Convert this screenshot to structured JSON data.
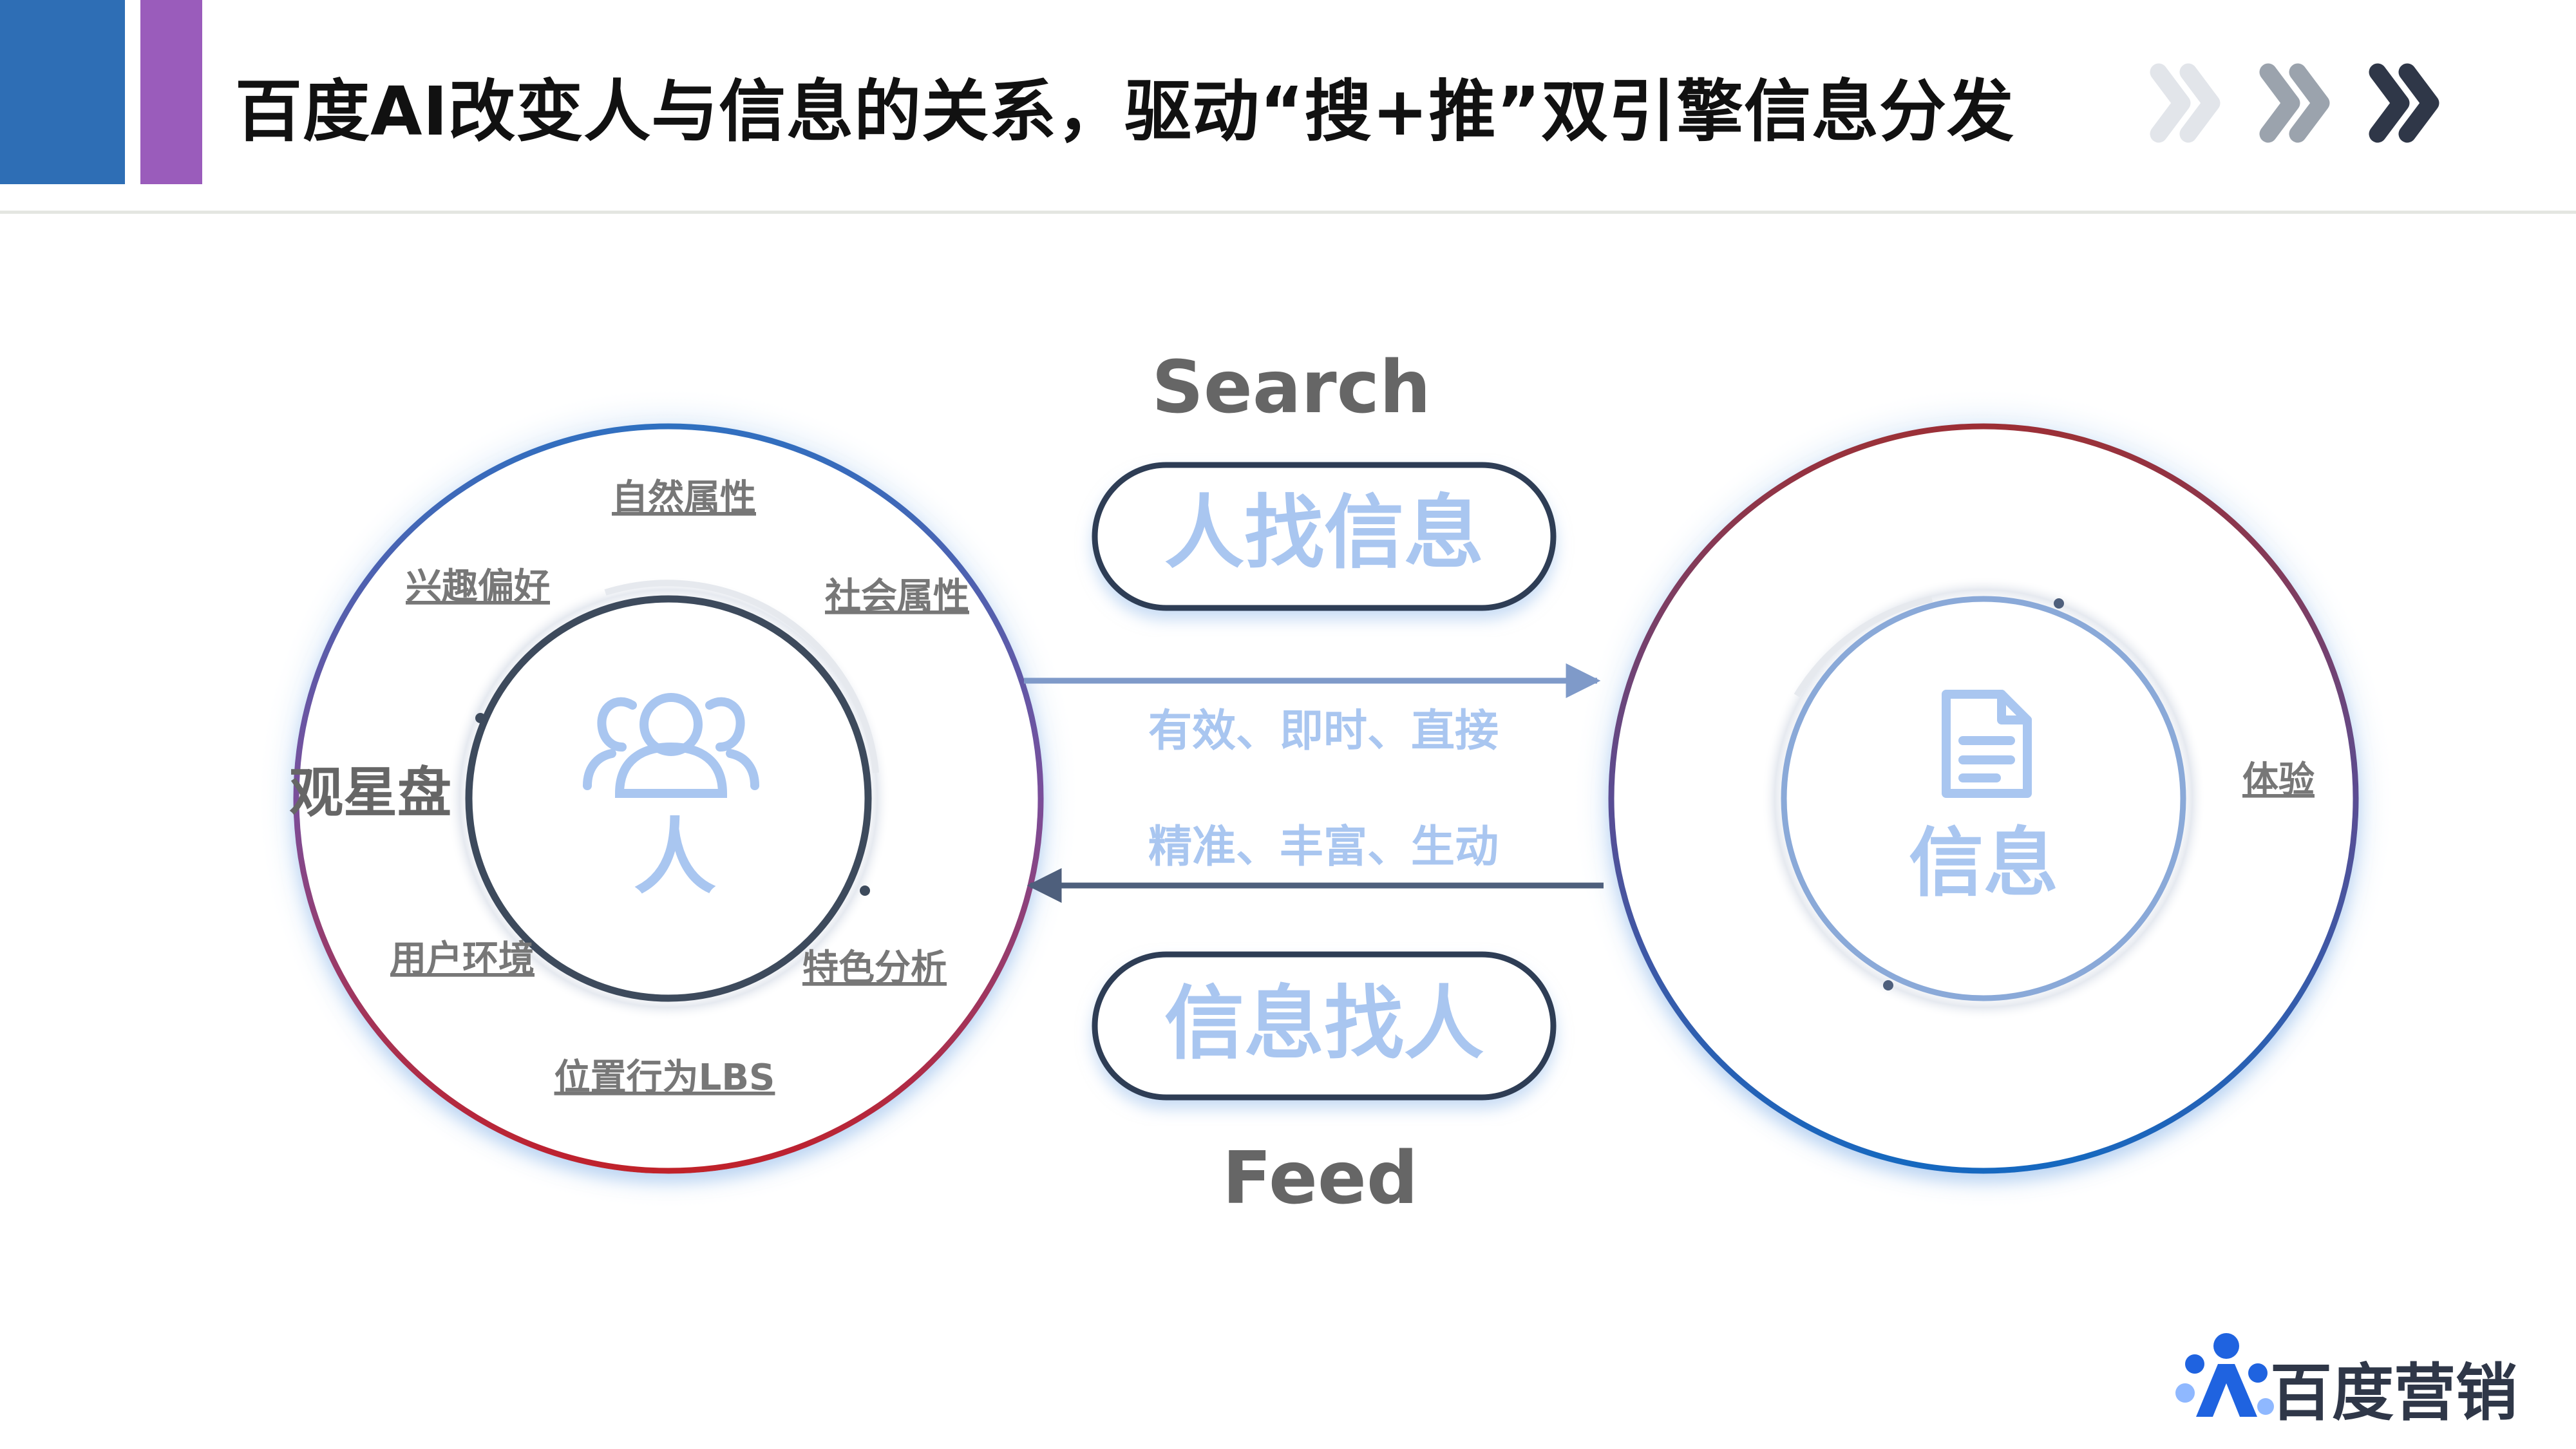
{
  "slide": {
    "title": "百度AI改变人与信息的关系，驱动“搜+推”双引擎信息分发"
  },
  "colors": {
    "bar_blue": "#2e6eb5",
    "bar_purple": "#9a5cbb",
    "title": "#111111",
    "arrow_light": "#d8dde3",
    "arrow_mid": "#9ba3ad",
    "arrow_dark": "#2f3748",
    "person_ring_top": "#2f6fc0",
    "person_ring_bottom": "#c0212b",
    "info_ring_top": "#9c2f36",
    "info_ring_bottom": "#1668c0",
    "inner_ring_dark": "#3d4a5c",
    "inner_ring_blue": "#8aa9d8",
    "pill_border": "#2f3e55",
    "pill_text": "#a9c6f0",
    "connector": "#7f9ac9",
    "connector_return": "#4e5f7c",
    "caption_text": "#a9c6f0",
    "gray_heading": "#666666",
    "attr_text": "#777777",
    "brand_accent": "#1f63e0"
  },
  "diagram": {
    "search_label": "Search",
    "feed_label": "Feed",
    "pill_top": "人找信息",
    "pill_bottom": "信息找人",
    "caption_top": "有效、即时、直接",
    "caption_bottom": "精准、丰富、生动",
    "person": {
      "center_label": "人",
      "icon": "people-icon",
      "outside_label": "观星盘",
      "attributes": {
        "natural": "自然属性",
        "interest": "兴趣偏好",
        "social": "社会属性",
        "environment": "用户环境",
        "features": "特色分析",
        "location": "位置行为LBS"
      }
    },
    "info": {
      "center_label": "信息",
      "icon": "document-icon",
      "attribute": "体验"
    }
  },
  "footer": {
    "brand": "百度营销",
    "logo_icon": "baidu-marketing-logo-icon"
  }
}
